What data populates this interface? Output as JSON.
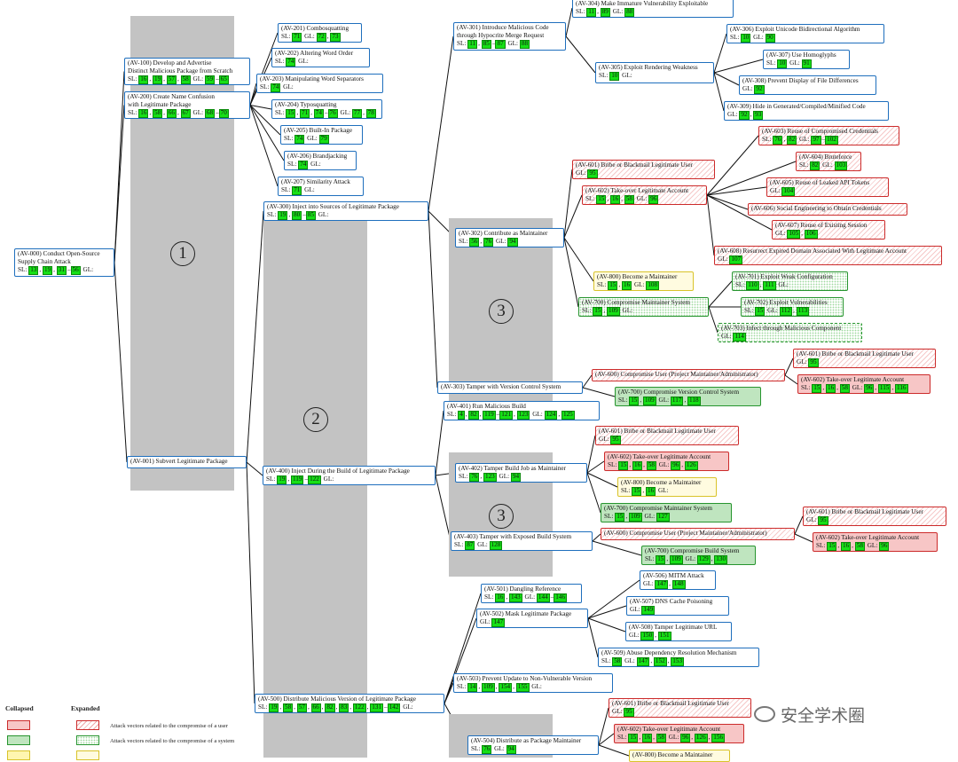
{
  "nodes": {
    "n000": {
      "title": [
        "(AV-000) Conduct Open-Source",
        "Supply Chain Attack"
      ],
      "sl": [
        "13",
        "19",
        "31"
      ],
      "slt": "56",
      "gl": []
    },
    "n100": {
      "title": [
        "(AV-100) Develop and Advertise",
        "Distinct Malicious Package from Scratch"
      ],
      "sl": [
        "16",
        "19",
        "57",
        "58"
      ],
      "gl": [
        "59"
      ],
      "glt": "65"
    },
    "n200": {
      "title": [
        "(AV-200) Create Name Confusion",
        "with Legitimate Package"
      ],
      "sl": [
        "16",
        "58",
        "66",
        "67"
      ],
      "gl": [
        "68"
      ],
      "glt": "70"
    },
    "n201": {
      "title": [
        "(AV-201) Combosquatting"
      ],
      "sl": [
        "71"
      ],
      "gl": [
        "72",
        "73"
      ]
    },
    "n202": {
      "title": [
        "(AV-202) Altering Word Order"
      ],
      "sl": [
        "74"
      ],
      "gl": []
    },
    "n203": {
      "title": [
        "(AV-203) Manipulating Word Separators"
      ],
      "sl": [
        "74"
      ],
      "gl": []
    },
    "n204": {
      "title": [
        "(AV-204) Typosquatting"
      ],
      "sl": [
        "15",
        "71",
        "74"
      ],
      "slt": "76",
      "gl": [
        "77",
        "78"
      ]
    },
    "n205": {
      "title": [
        "(AV-205) Built-In Package"
      ],
      "sl": [
        "74"
      ],
      "gl": [
        "79"
      ]
    },
    "n206": {
      "title": [
        "(AV-206) Brandjacking"
      ],
      "sl": [
        "74"
      ],
      "gl": []
    },
    "n207": {
      "title": [
        "(AV-207) Similarity Attack"
      ],
      "sl": [
        "71"
      ],
      "gl": []
    },
    "n001": {
      "title": [
        "(AV-001) Subvert Legitimate Package"
      ]
    },
    "n300": {
      "title": [
        "(AV-300) Inject into Sources of Legitimate Package"
      ],
      "sl": [
        "19",
        "80"
      ],
      "slt": "85",
      "gl": []
    },
    "n301": {
      "title": [
        "(AV-301) Introduce Malicious Code",
        "through Hypocrite Merge Request"
      ],
      "sl": [
        "11",
        "85"
      ],
      "slt": "87",
      "gl": [
        "88"
      ]
    },
    "n304": {
      "title": [
        "(AV-304) Make Immature Vulnerability Exploitable"
      ],
      "sl": [
        "11",
        "89"
      ],
      "gl": [
        "88"
      ]
    },
    "n305": {
      "title": [
        "(AV-305) Exploit Rendering Weakness"
      ],
      "sl": [
        "10"
      ],
      "gl": []
    },
    "n306": {
      "title": [
        "(AV-306) Exploit Unicode Bidirectional Algorithm"
      ],
      "sl": [
        "10"
      ],
      "gl": [
        "90"
      ]
    },
    "n307": {
      "title": [
        "(AV-307) Use Homoglyphs"
      ],
      "sl": [
        "10"
      ],
      "gl": [
        "91"
      ]
    },
    "n308": {
      "title": [
        "(AV-308) Prevent Display of File Differences"
      ],
      "gl": [
        "92"
      ]
    },
    "n309": {
      "title": [
        "(AV-309) Hide in Generated/Compiled/Minified Code"
      ],
      "gl": [
        "92",
        "93"
      ]
    },
    "n302": {
      "title": [
        "(AV-302) Contribute as Maintainer"
      ],
      "sl": [
        "56",
        "76"
      ],
      "gl": [
        "94"
      ]
    },
    "n601a": {
      "title": [
        "(AV-601) Bribe or Blackmail Legitimate User"
      ],
      "gl": [
        "95"
      ]
    },
    "n602a": {
      "title": [
        "(AV-602) Take-over Legitimate Account"
      ],
      "sl": [
        "15",
        "16",
        "58"
      ],
      "gl": [
        "96"
      ]
    },
    "n603": {
      "title": [
        "(AV-603) Reuse of Compromised Credentials"
      ],
      "sl": [
        "76",
        "82"
      ],
      "gl": [
        "97"
      ],
      "glt": "102"
    },
    "n604": {
      "title": [
        "(AV-604) Bruteforce"
      ],
      "sl": [
        "82"
      ],
      "gl": [
        "103"
      ]
    },
    "n605": {
      "title": [
        "(AV-605) Reuse of Leaked API Tokens"
      ],
      "gl": [
        "104"
      ]
    },
    "n606": {
      "title": [
        "(AV-606) Social Engineering to Obtain Credentials"
      ]
    },
    "n607": {
      "title": [
        "(AV-607) Reuse of Existing Session"
      ],
      "gl": [
        "105",
        "106"
      ]
    },
    "n608": {
      "title": [
        "(AV-608) Resurrect Expired Domain Associated With Legitimate Account"
      ],
      "gl": [
        "107"
      ]
    },
    "n800a": {
      "title": [
        "(AV-800) Become a Maintainer"
      ],
      "sl": [
        "15",
        "16"
      ],
      "gl": [
        "108"
      ]
    },
    "n700a": {
      "title": [
        "(AV-700) Compromise Maintainer System"
      ],
      "sl": [
        "15",
        "109"
      ],
      "gl": []
    },
    "n701": {
      "title": [
        "(AV-701) Exploit Weak Configuration"
      ],
      "sl": [
        "110",
        "111"
      ],
      "gl": []
    },
    "n702": {
      "title": [
        "(AV-702) Exploit Vulnerabilities"
      ],
      "sl": [
        "15"
      ],
      "gl": [
        "112",
        "113"
      ]
    },
    "n703": {
      "title": [
        "(AV-703) Infect through Malicious Component"
      ],
      "gl": [
        "114"
      ]
    },
    "n303": {
      "title": [
        "(AV-303) Tamper with Version Control System"
      ]
    },
    "n600a": {
      "title": [
        "(AV-600) Compromise User (Project Maintainer/Administrator)"
      ]
    },
    "n601b": {
      "title": [
        "(AV-601) Bribe or Blackmail Legitimate User"
      ],
      "gl": [
        "95"
      ]
    },
    "n602b": {
      "title": [
        "(AV-602) Take-over Legitimate Account"
      ],
      "sl": [
        "15",
        "16",
        "58"
      ],
      "gl": [
        "96",
        "115",
        "116"
      ]
    },
    "n700b": {
      "title": [
        "(AV-700) Compromise Version Control System"
      ],
      "sl": [
        "15",
        "109"
      ],
      "gl": [
        "117",
        "118"
      ]
    },
    "n400": {
      "title": [
        "(AV-400) Inject During the Build of Legitimate Package"
      ],
      "sl": [
        "19"
      ],
      "slr": [
        "119",
        "122"
      ],
      "gl": []
    },
    "n401": {
      "title": [
        "(AV-401) Run Malicious Build"
      ],
      "sl": [
        "4",
        "82",
        "119"
      ],
      "slt": "121",
      "slx": [
        "123"
      ],
      "gl": [
        "124",
        "125"
      ]
    },
    "n402": {
      "title": [
        "(AV-402) Tamper Build Job as Maintainer"
      ],
      "sl": [
        "76",
        "123"
      ],
      "gl": [
        "94"
      ]
    },
    "n601c": {
      "title": [
        "(AV-601) Bribe or Blackmail Legitimate User"
      ],
      "gl": [
        "95"
      ]
    },
    "n602c": {
      "title": [
        "(AV-602) Take-over Legitimate Account"
      ],
      "sl": [
        "15",
        "16",
        "58"
      ],
      "gl": [
        "96",
        "126"
      ]
    },
    "n800b": {
      "title": [
        "(AV-800) Become a Maintainer"
      ],
      "sl": [
        "15",
        "16"
      ],
      "gl": []
    },
    "n700c": {
      "title": [
        "(AV-700) Compromise Maintainer System"
      ],
      "sl": [
        "15",
        "109"
      ],
      "gl": [
        "127"
      ]
    },
    "n403": {
      "title": [
        "(AV-403) Tamper with Exposed Build System"
      ],
      "sl": [
        "87"
      ],
      "gl": [
        "128"
      ]
    },
    "n600b": {
      "title": [
        "(AV-600) Compromise User (Project Maintainer/Administrator)"
      ]
    },
    "n601d": {
      "title": [
        "(AV-601) Bribe or Blackmail Legitimate User"
      ],
      "gl": [
        "95"
      ]
    },
    "n602d": {
      "title": [
        "(AV-602) Take-over Legitimate Account"
      ],
      "sl": [
        "15",
        "16",
        "58"
      ],
      "gl": [
        "96"
      ]
    },
    "n700d": {
      "title": [
        "(AV-700) Compromise Build System"
      ],
      "sl": [
        "15",
        "109"
      ],
      "gl": [
        "129",
        "130"
      ]
    },
    "n500": {
      "title": [
        "(AV-500) Distribute Malicious Version of Legitimate Package"
      ],
      "sl": [
        "19",
        "58",
        "57",
        "66",
        "82",
        "83",
        "122"
      ],
      "slr": [
        "131",
        "142"
      ],
      "gl": []
    },
    "n501": {
      "title": [
        "(AV-501) Dangling Reference"
      ],
      "sl": [
        "16",
        "143"
      ],
      "gl": [
        "144"
      ],
      "glt": "146"
    },
    "n502": {
      "title": [
        "(AV-502) Mask Legitimate Package"
      ],
      "gl": [
        "147"
      ]
    },
    "n506": {
      "title": [
        "(AV-506) MITM Attack"
      ],
      "gl": [
        "147",
        "148"
      ]
    },
    "n507": {
      "title": [
        "(AV-507) DNS Cache Poisoning"
      ],
      "gl": [
        "149"
      ]
    },
    "n508": {
      "title": [
        "(AV-508) Tamper Legitimate URL"
      ],
      "gl": [
        "150",
        "151"
      ]
    },
    "n509": {
      "title": [
        "(AV-509) Abuse Dependency Resolution Mechanism"
      ],
      "sl": [
        "58"
      ],
      "gl": [
        "147",
        "152",
        "153"
      ]
    },
    "n503": {
      "title": [
        "(AV-503) Prevent Update to Non-Vulnerable Version"
      ],
      "sl": [
        "14",
        "109",
        "154",
        "155"
      ],
      "gl": []
    },
    "n504": {
      "title": [
        "(AV-504) Distribute as Package Maintainer"
      ],
      "sl": [
        "76"
      ],
      "gl": [
        "94"
      ]
    },
    "n601e": {
      "title": [
        "(AV-601) Bribe or Blackmail Legitimate User"
      ],
      "gl": [
        "95"
      ]
    },
    "n602e": {
      "title": [
        "(AV-602) Take-over Legitimate Account"
      ],
      "sl": [
        "15",
        "16",
        "58"
      ],
      "gl": [
        "96",
        "126",
        "156"
      ]
    },
    "n800c": {
      "title": [
        "(AV-800) Become a Maintainer"
      ]
    }
  },
  "labels": {
    "sl": "SL:",
    "gl": "GL:"
  },
  "markers": [
    "1",
    "2",
    "3",
    "3"
  ],
  "legend": {
    "collapsed": "Collapsed",
    "expanded": "Expanded",
    "user_text": "Attack vectors related to the compromise of a user",
    "system_text": "Attack vectors related to the compromise of a system",
    "colors": {
      "user": "#cc2b2b",
      "system": "#27952f",
      "maintainer": "#d9c32a",
      "default": "#1f6fbd",
      "ref": "#16e016"
    }
  },
  "watermark": "安全学术圈"
}
